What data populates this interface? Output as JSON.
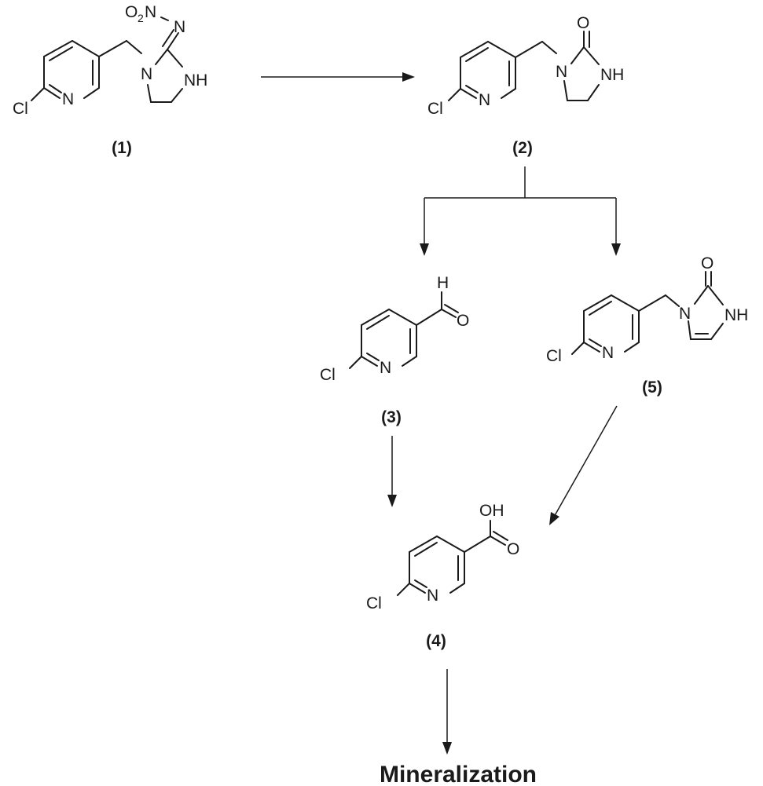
{
  "atoms": {
    "cl": "Cl",
    "n": "N",
    "nh": "NH",
    "o": "O",
    "h": "H",
    "oh": "OH",
    "nitro_o": "O",
    "nitro_2": "2",
    "nitro_n": "N"
  },
  "compounds": [
    {
      "id": "c1",
      "label": "(1)"
    },
    {
      "id": "c2",
      "label": "(2)"
    },
    {
      "id": "c3",
      "label": "(3)"
    },
    {
      "id": "c4",
      "label": "(4)"
    },
    {
      "id": "c5",
      "label": "(5)"
    }
  ],
  "final_label": "Mineralization"
}
